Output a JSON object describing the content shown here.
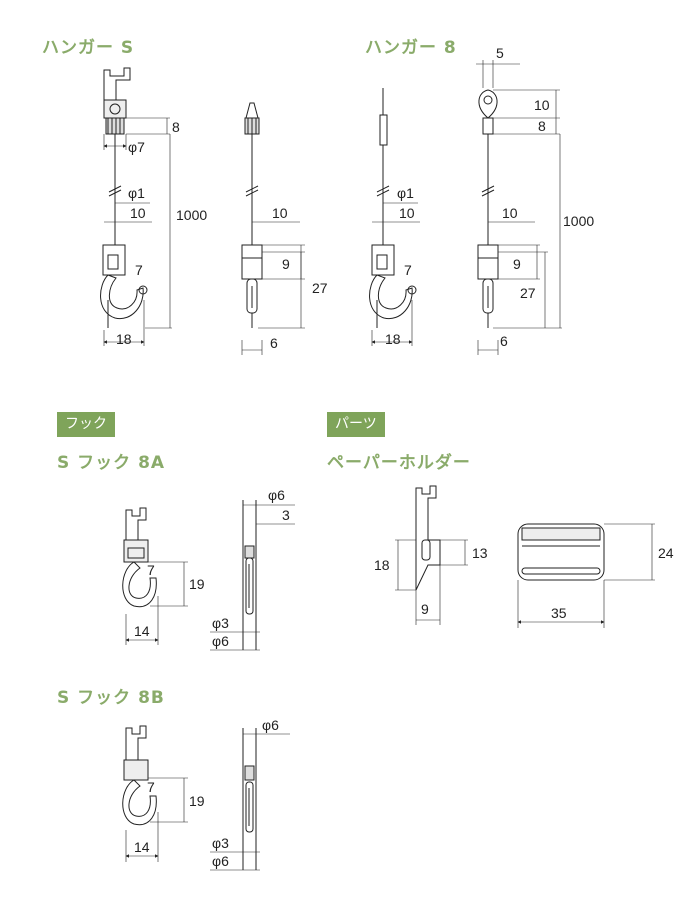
{
  "sections": {
    "hanger_s": "ハンガー S",
    "hanger_8": "ハンガー 8",
    "hook_tag": "フック",
    "parts_tag": "パーツ",
    "s_hook_8a": "S フック 8A",
    "paper_holder": "ペーパーホルダー",
    "s_hook_8b": "S フック 8B"
  },
  "dims": {
    "hs_8": "8",
    "hs_phi7": "φ7",
    "hs_phi1": "φ1",
    "hs_10": "10",
    "hs_1000": "1000",
    "hs_7": "7",
    "hs_18": "18",
    "hs2_10": "10",
    "hs2_9": "9",
    "hs2_27": "27",
    "hs2_6": "6",
    "h8_5": "5",
    "h8_10": "10",
    "h8_8": "8",
    "h8_phi1": "φ1",
    "h8_10b": "10",
    "h8_7": "7",
    "h8_18": "18",
    "h82_10": "10",
    "h82_9": "9",
    "h82_1000": "1000",
    "h82_27": "27",
    "h82_6": "6",
    "a_7": "7",
    "a_19": "19",
    "a_14": "14",
    "a2_phi6": "φ6",
    "a2_3": "3",
    "a2_phi3": "φ3",
    "a2_phi6b": "φ6",
    "p_18": "18",
    "p_13": "13",
    "p_9": "9",
    "p_24": "24",
    "p_35": "35",
    "b_7": "7",
    "b_19": "19",
    "b_14": "14",
    "b2_phi6": "φ6",
    "b2_phi3": "φ3",
    "b2_phi6b": "φ6"
  }
}
